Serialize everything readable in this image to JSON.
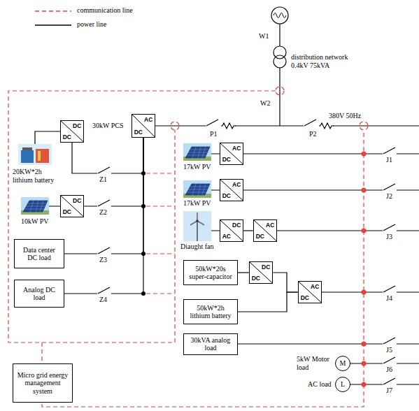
{
  "diagram": {
    "nodes": [
      {
        "text": [
          "AC",
          "DC"
        ]
      },
      {
        "text": [
          "DC",
          "DC"
        ]
      },
      {
        "text": [
          "AC",
          "DC"
        ]
      },
      {
        "text": [
          "AC",
          "DC"
        ]
      },
      {
        "text": [
          "DC",
          "DC"
        ]
      },
      {
        "text": [
          "DC",
          "AC"
        ]
      },
      {
        "text": [
          "AC",
          "DC"
        ]
      },
      {
        "text": [
          "Data center DC load"
        ]
      },
      {
        "text": [
          "50kW*20s super-capacitor"
        ]
      },
      {
        "text": [
          "DC",
          "DC"
        ]
      },
      {
        "text": [
          "Analog DC load"
        ]
      },
      {
        "text": [
          "AC",
          "DC"
        ]
      },
      {
        "text": [
          "50kW*2h lithium battery"
        ]
      },
      {
        "text": [
          "30kVA analog load"
        ]
      },
      {
        "text": [
          "M"
        ]
      },
      {
        "text": [
          "Micro grid energy management system"
        ]
      },
      {
        "text": [
          "L"
        ]
      }
    ],
    "edges": [
      {
        "from": 0,
        "to": 1,
        "arrow": "none"
      },
      {
        "from": 0,
        "to": 4,
        "arrow": "none"
      },
      {
        "from": 0,
        "to": 7,
        "arrow": "none"
      },
      {
        "from": 0,
        "to": 10,
        "arrow": "none"
      },
      {
        "from": 5,
        "to": 6,
        "arrow": "none"
      },
      {
        "from": 8,
        "to": 9,
        "arrow": "none"
      },
      {
        "from": 9,
        "to": 11,
        "arrow": "none"
      },
      {
        "from": 12,
        "to": 11,
        "arrow": "none"
      }
    ],
    "labels": [
      "W1",
      "distribution network 0.4kV 75kVA",
      "W2",
      "380V 50Hz",
      "30kW PCS",
      "P1",
      "P2",
      "17kW PV",
      "J1",
      "20KW*2h lithium battery",
      "17kW PV",
      "J2",
      "Z1",
      "10kW PV",
      "Z2",
      "Diaught fan",
      "J3",
      "Z3",
      "J4",
      "Z4",
      "J5",
      "5kW Motor load",
      "J6",
      "AC load",
      "J7"
    ],
    "legend": [
      {
        "text": "communication line"
      },
      {
        "text": "power line"
      }
    ]
  }
}
